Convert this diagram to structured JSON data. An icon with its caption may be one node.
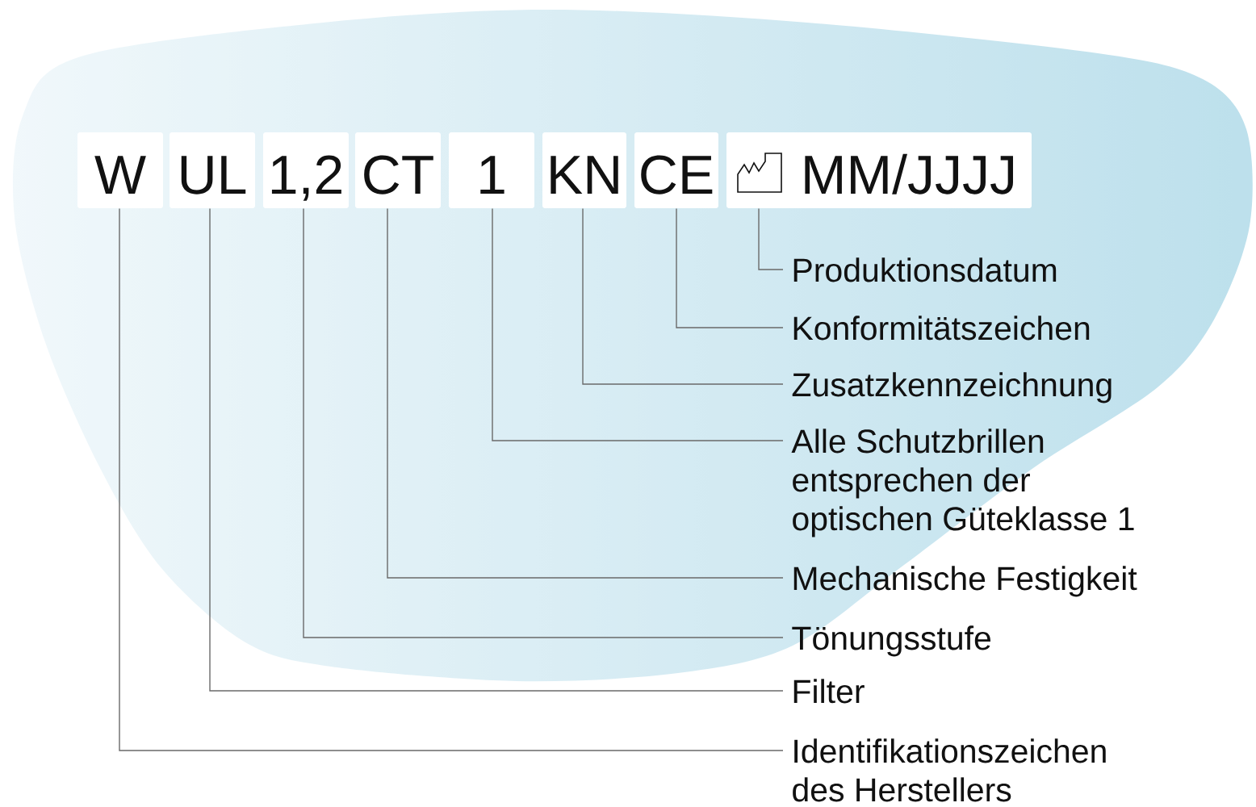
{
  "diagram": {
    "nodes": [
      {
        "text": [
          "W"
        ]
      },
      {
        "text": [
          "UL"
        ]
      },
      {
        "text": [
          "1,2"
        ]
      },
      {
        "text": [
          "CT"
        ]
      },
      {
        "text": [
          "1"
        ]
      },
      {
        "text": [
          "KN"
        ]
      },
      {
        "text": [
          "CE"
        ]
      },
      {
        "text": [
          "MM/JJJJ"
        ]
      },
      {
        "text": [
          "Produktionsdatum"
        ]
      },
      {
        "text": [
          "Konformitätszeichen"
        ]
      },
      {
        "text": [
          "Zusatzkennzeichnung"
        ]
      },
      {
        "text": [
          "Alle Schutzbrillen entsprechen der optischen Güteklasse 1"
        ]
      },
      {
        "text": [
          "Mechanische Festigkeit"
        ]
      },
      {
        "text": [
          "Tönungsstufe"
        ]
      },
      {
        "text": [
          "Filter"
        ]
      },
      {
        "text": [
          "Identifikationszeichen des Herstellers"
        ]
      }
    ],
    "edges": [
      {
        "from": 8,
        "to": 7,
        "arrow": "none"
      },
      {
        "from": 9,
        "to": 6,
        "arrow": "none"
      },
      {
        "from": 10,
        "to": 5,
        "arrow": "none"
      },
      {
        "from": 11,
        "to": 4,
        "arrow": "none"
      },
      {
        "from": 12,
        "to": 3,
        "arrow": "none"
      },
      {
        "from": 13,
        "to": 2,
        "arrow": "none"
      },
      {
        "from": 14,
        "to": 1,
        "arrow": "none"
      },
      {
        "from": 15,
        "to": 0,
        "arrow": "none"
      }
    ]
  }
}
